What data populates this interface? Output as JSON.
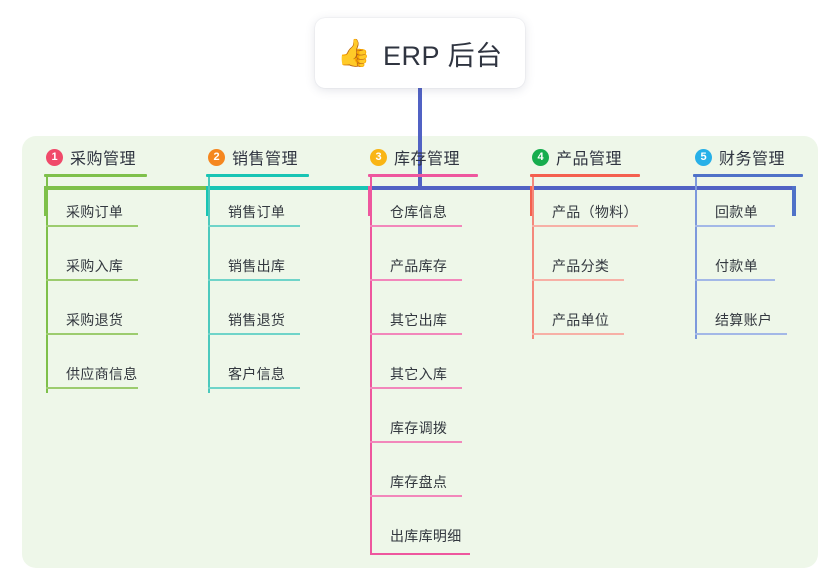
{
  "diagram": {
    "type": "mind-map",
    "root": {
      "icon": "thumbs-up-emoji",
      "emoji": "👍",
      "title": "ERP 后台"
    },
    "trunk_color": "#5162c4",
    "panel_color": "#eef7e9",
    "branches": [
      {
        "number": "1",
        "title": "采购管理",
        "badge_color": "#f04a6a",
        "line_color": "#7ec04a",
        "items": [
          "采购订单",
          "采购入库",
          "采购退货",
          "供应商信息"
        ]
      },
      {
        "number": "2",
        "title": "销售管理",
        "badge_color": "#f5871f",
        "line_color": "#18c5b4",
        "items": [
          "销售订单",
          "销售出库",
          "销售退货",
          "客户信息"
        ]
      },
      {
        "number": "3",
        "title": "库存管理",
        "badge_color": "#f9b515",
        "line_color": "#ee579e",
        "items": [
          "仓库信息",
          "产品库存",
          "其它出库",
          "其它入库",
          "库存调拨",
          "库存盘点",
          "出库库明细"
        ]
      },
      {
        "number": "4",
        "title": "产品管理",
        "badge_color": "#17ad4e",
        "line_color": "#f4604f",
        "items": [
          "产品（物料）",
          "产品分类",
          "产品单位"
        ]
      },
      {
        "number": "5",
        "title": "财务管理",
        "badge_color": "#27b0e8",
        "line_color": "#4f72c8",
        "items": [
          "回款单",
          "付款单",
          "结算账户"
        ]
      }
    ],
    "bus_segments": [
      {
        "color": "#7ec04a"
      },
      {
        "color": "#18c5b4"
      },
      {
        "color": "#5162c4"
      }
    ]
  }
}
